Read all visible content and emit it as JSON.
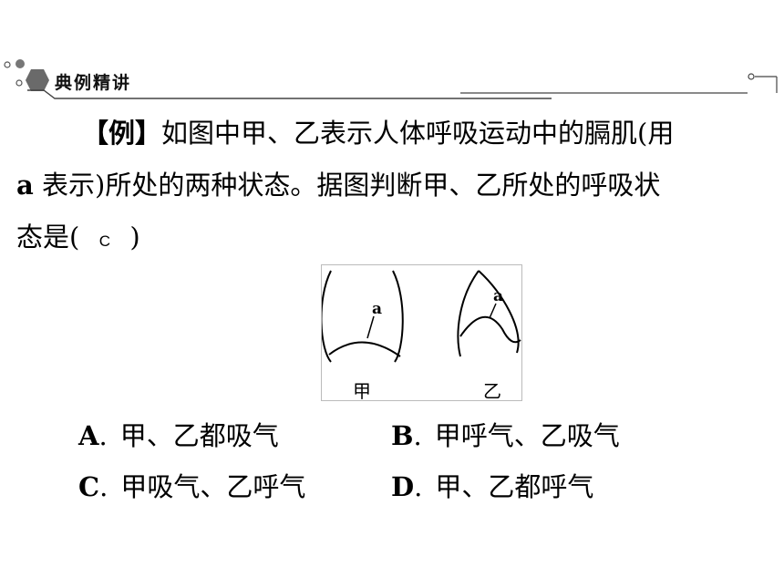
{
  "header": {
    "title": "典例精讲"
  },
  "question": {
    "tag": "【例】",
    "line1": "如图中甲、乙表示人体呼吸运动中的膈肌(用",
    "var": "a",
    "line2": " 表示)所处的两种状态。据图判断甲、乙所处的呼吸状",
    "line3_start": "态是(",
    "answer": "C",
    "line3_end": ")"
  },
  "figure": {
    "left_label": "甲",
    "right_label": "乙",
    "marker_left": "a",
    "marker_right": "a"
  },
  "options": [
    {
      "letter": "A",
      "text": "甲、乙都吸气"
    },
    {
      "letter": "B",
      "text": "甲呼气、乙吸气"
    },
    {
      "letter": "C",
      "text": "甲吸气、乙呼气"
    },
    {
      "letter": "D",
      "text": "甲、乙都呼气"
    }
  ]
}
